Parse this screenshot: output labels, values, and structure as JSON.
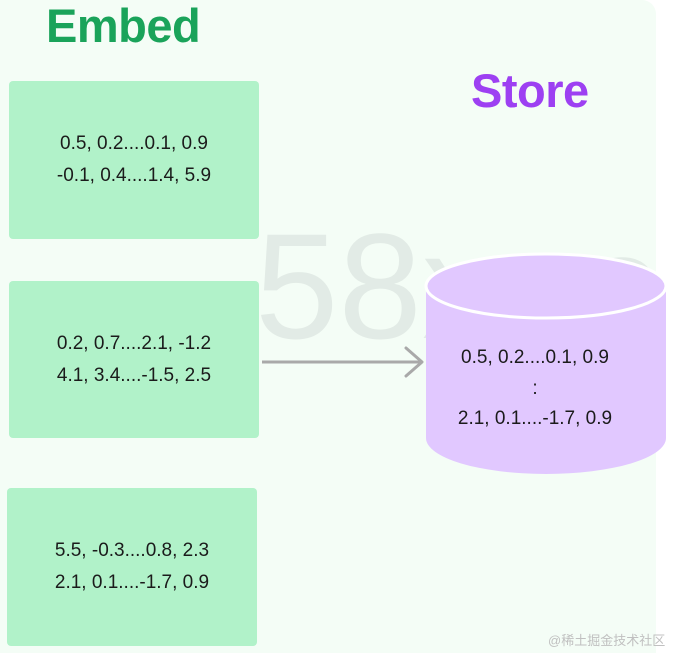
{
  "titles": {
    "embed": "Embed",
    "store": "Store"
  },
  "watermark": "58xue",
  "embed_boxes": [
    {
      "line1": "0.5, 0.2....0.1, 0.9",
      "line2": "-0.1, 0.4....1.4, 5.9"
    },
    {
      "line1": "0.2, 0.7....2.1, -1.2",
      "line2": "4.1, 3.4....-1.5, 2.5"
    },
    {
      "line1": "5.5, -0.3....0.8, 2.3",
      "line2": "2.1, 0.1....-1.7, 0.9"
    }
  ],
  "store": {
    "line1": "0.5, 0.2....0.1, 0.9",
    "separator": ":",
    "line2": "2.1, 0.1....-1.7, 0.9"
  },
  "credit": "@稀土掘金技术社区",
  "colors": {
    "embed_title": "#1aa35a",
    "store_title": "#9d40f2",
    "embed_box": "#b1f2c9",
    "cylinder": "#e1c8ff",
    "arrow": "#a9a9a9",
    "panel": "#f4fdf6"
  }
}
